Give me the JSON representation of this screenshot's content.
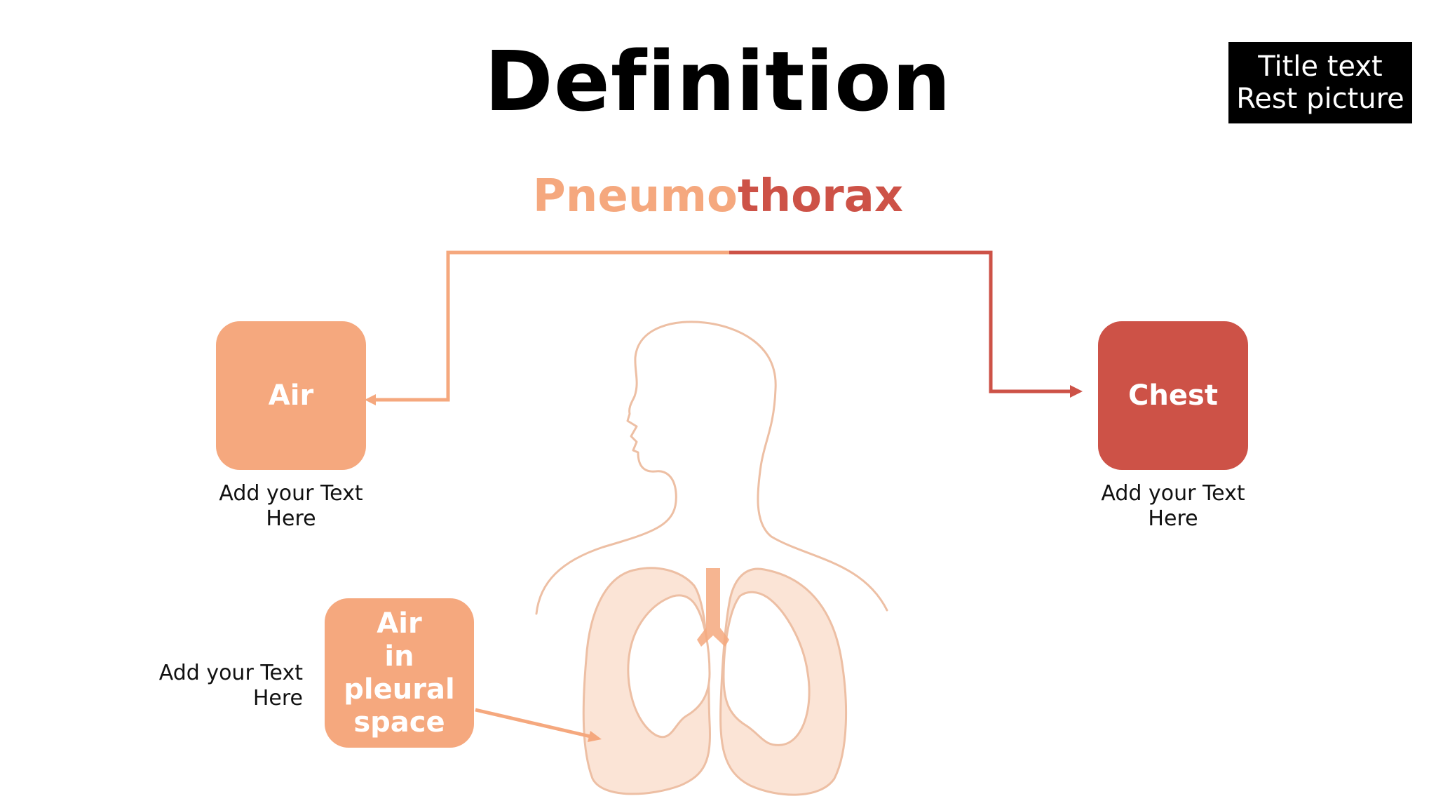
{
  "title": "Definition",
  "tag": {
    "line1": "Title text",
    "line2": "Rest picture"
  },
  "term": {
    "part1": "Pneumo",
    "part2": "thorax"
  },
  "boxes": {
    "air": "Air",
    "chest": "Chest",
    "pleural": {
      "line1": "Air",
      "line2": "in",
      "line3": "pleural",
      "line4": "space"
    }
  },
  "captions": {
    "air": {
      "line1": "Add your Text",
      "line2": "Here"
    },
    "chest": {
      "line1": "Add your Text",
      "line2": "Here"
    },
    "pleural": {
      "line1": "Add your Text",
      "line2": "Here"
    }
  },
  "colors": {
    "peach": "#F5A87E",
    "red": "#CD5247",
    "outline": "#EDBFA4",
    "lung_fill": "#FBE4D6"
  }
}
